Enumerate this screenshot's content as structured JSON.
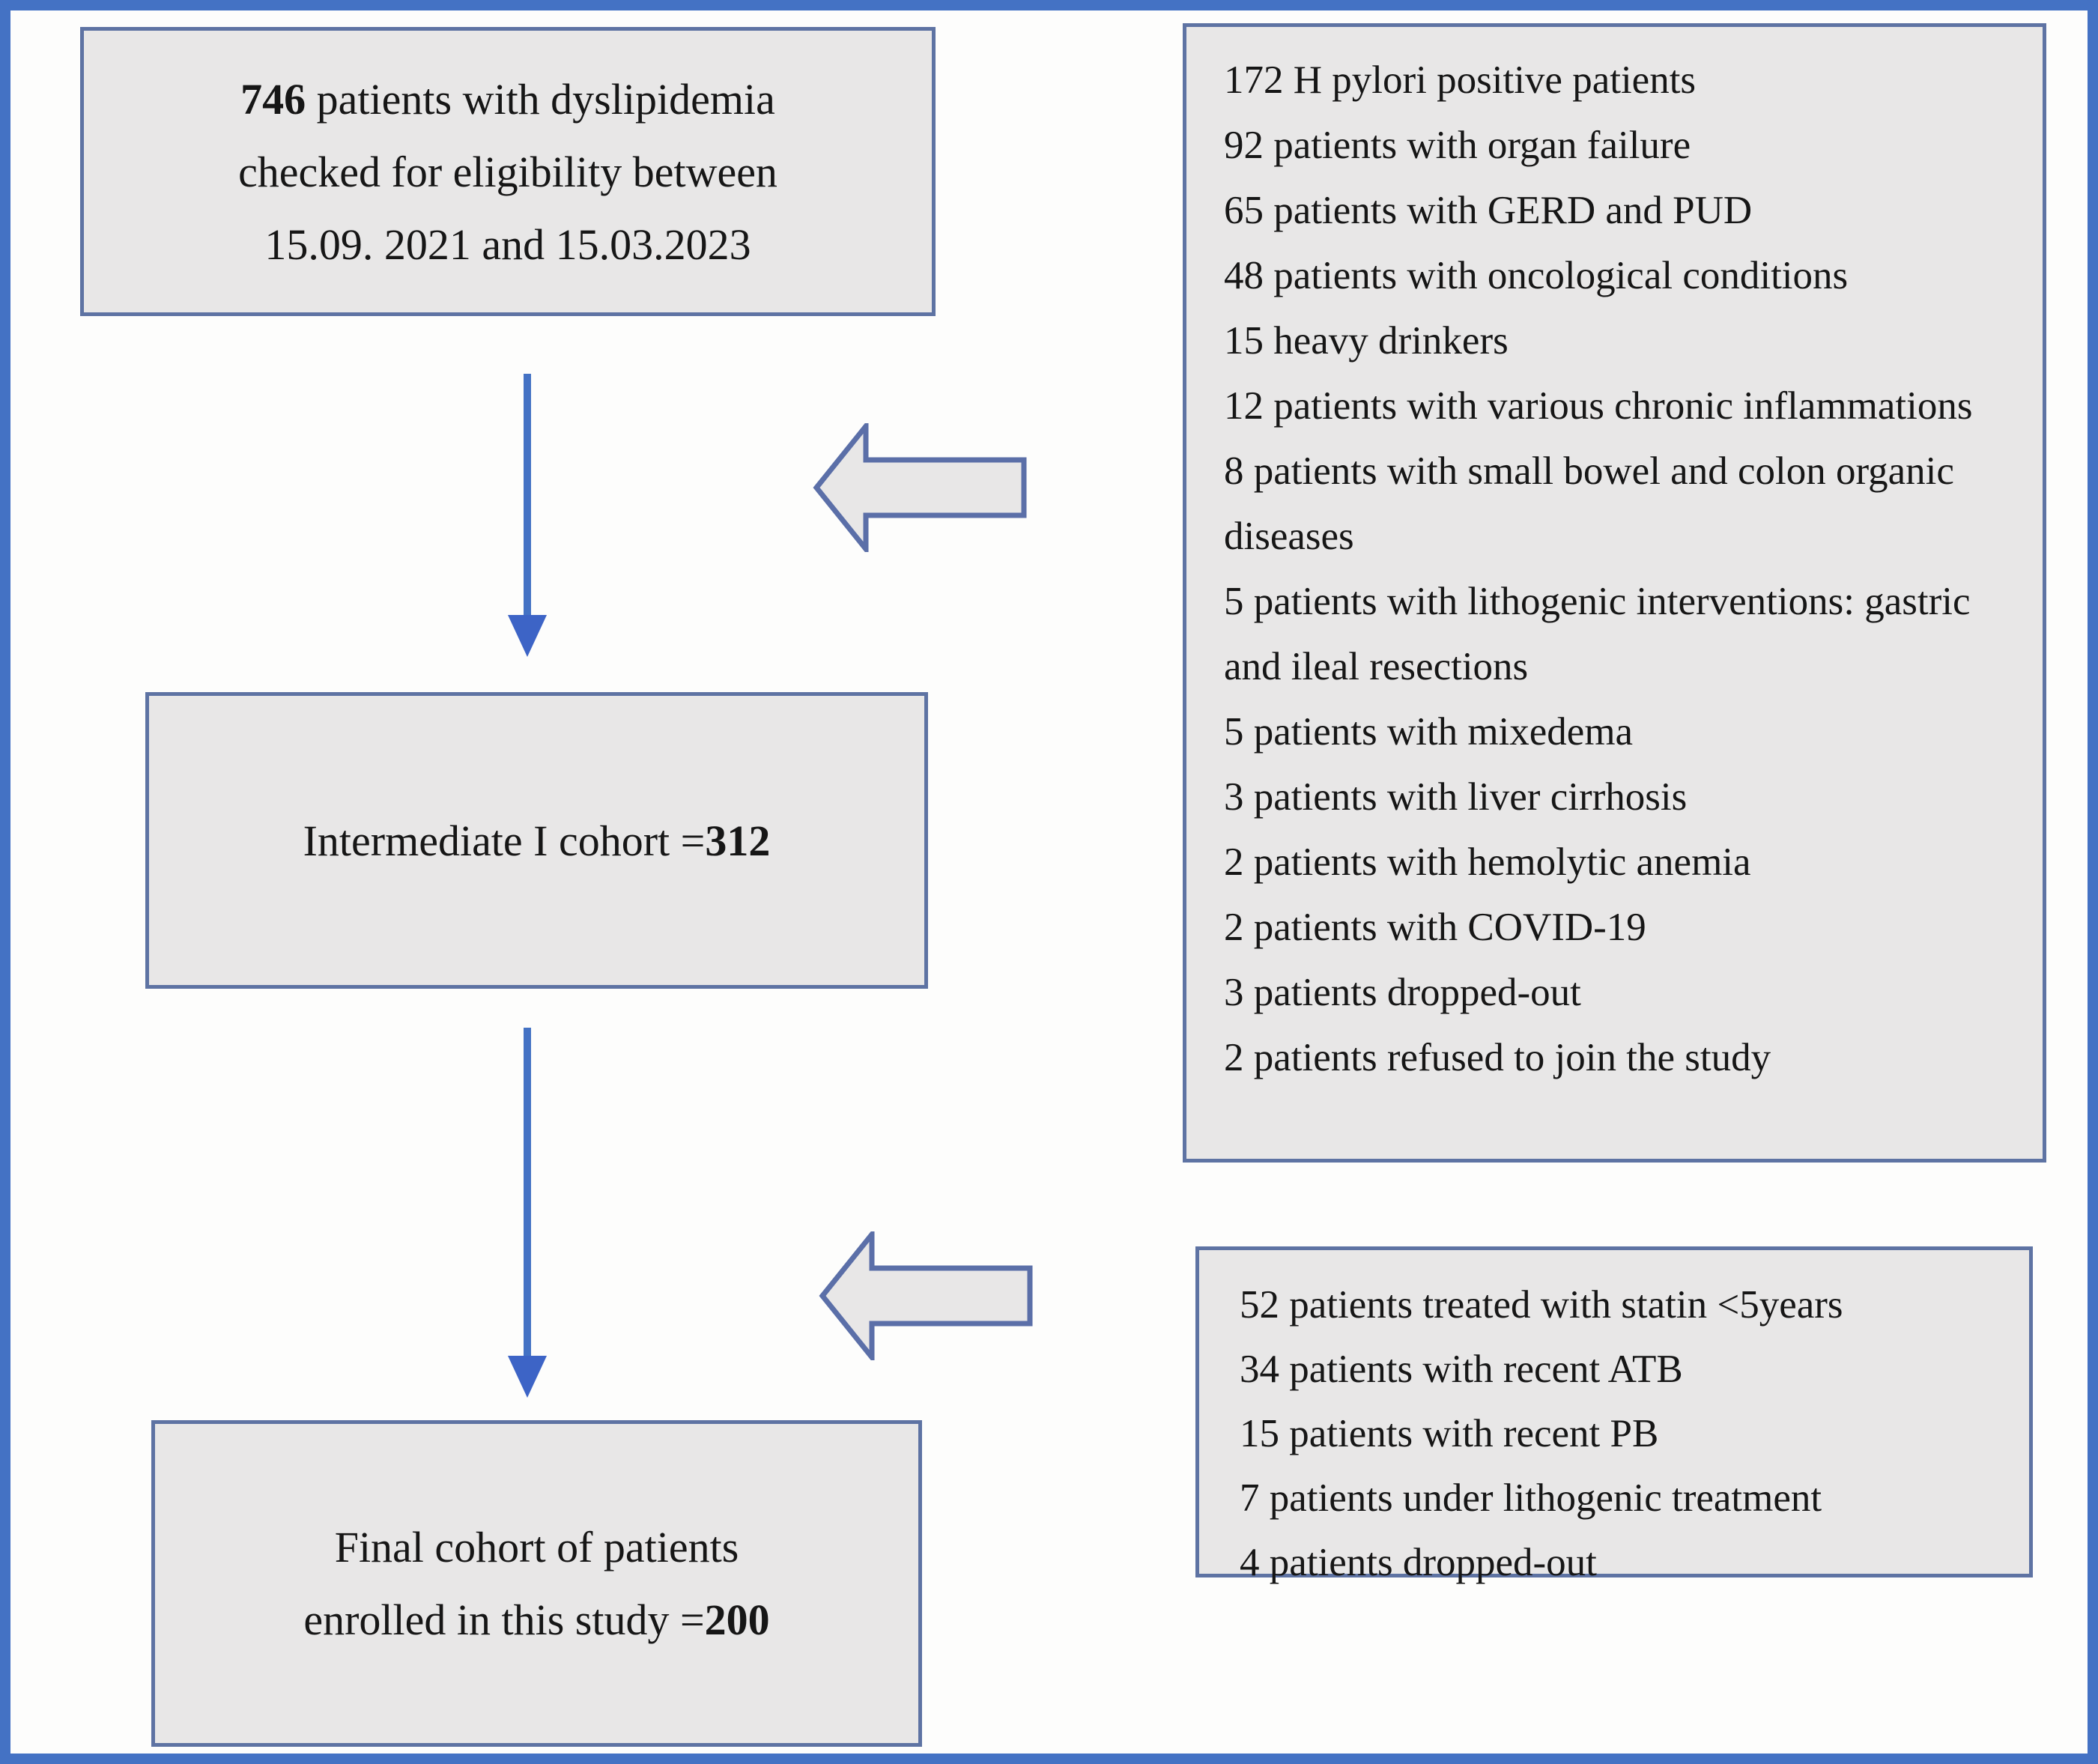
{
  "flow": {
    "box1": {
      "bold_number": "746",
      "line1_rest": " patients with dyslipidemia",
      "line2": "checked for eligibility between",
      "line3": "15.09. 2021 and 15.03.2023"
    },
    "box2": {
      "items": [
        "172 H pylori positive patients",
        "92 patients with organ failure",
        "65 patients with GERD and PUD",
        "48 patients with oncological conditions",
        "15 heavy drinkers",
        "12 patients with various chronic inflammations",
        "8 patients with small bowel and colon organic diseases",
        "5 patients with lithogenic interventions: gastric and ileal resections",
        "5 patients with mixedema",
        "3 patients with liver cirrhosis",
        "2 patients with hemolytic anemia",
        "2 patients with COVID-19",
        "3 patients dropped-out",
        "2 patients refused to join the study"
      ]
    },
    "box3": {
      "prefix": "Intermediate I cohort =",
      "bold_number": "312"
    },
    "box4": {
      "items": [
        "52 patients treated with statin <5years",
        "34 patients with recent ATB",
        "15 patients with recent PB",
        "7 patients under lithogenic treatment",
        "4 patients dropped-out"
      ]
    },
    "box5": {
      "line1": "Final cohort of patients",
      "line2_prefix": "enrolled in this study =",
      "bold_number": "200"
    }
  },
  "colors": {
    "outer_border": "#4472C4",
    "box_fill": "#E8E7E7",
    "box_border": "#5E73A3",
    "arrow_line": "#4472C4",
    "arrow_head": "#3D64C6",
    "block_arrow_border": "#5B6FA8",
    "block_arrow_fill": "#E8E7E7",
    "text": "#161616"
  }
}
